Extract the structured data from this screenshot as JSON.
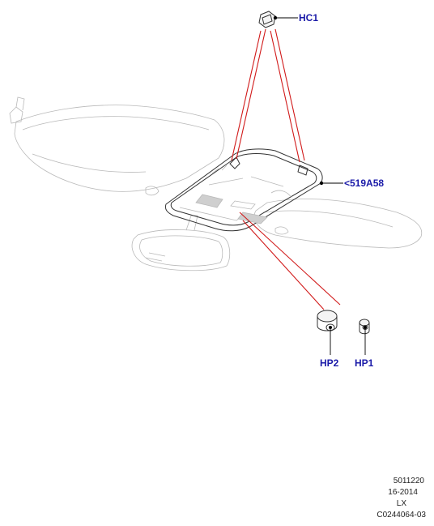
{
  "callouts": {
    "hc1": "HC1",
    "ref_519a58": "<519A58",
    "hp2": "HP2",
    "hp1": "HP1"
  },
  "reference": {
    "line1": "5011220",
    "line2": "16-2014",
    "line3": "LX",
    "line4": "C0244064-03"
  },
  "colors": {
    "callout_text": "#1a1aa8",
    "leader_red": "#d11a1a",
    "outline_gray": "#b9b9b9"
  }
}
